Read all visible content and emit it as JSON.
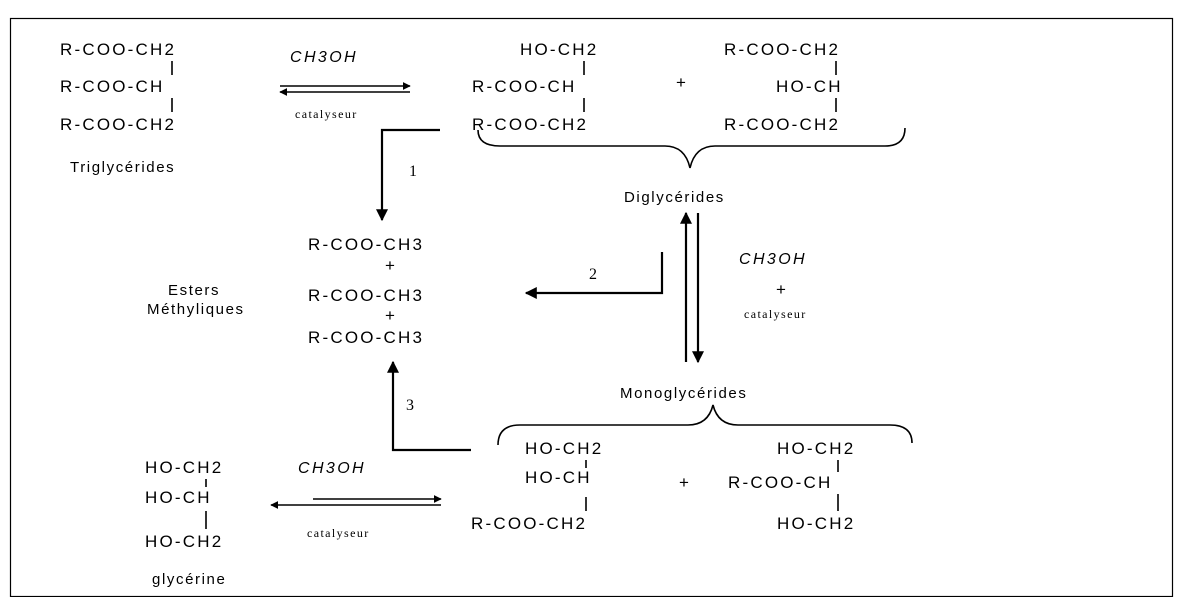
{
  "triglyceride": {
    "lines": [
      "R-COO-CH2",
      "R-COO-CH",
      "R-COO-CH2"
    ],
    "label": "Triglycérides"
  },
  "diglyceride_a": {
    "lines": [
      "HO-CH2",
      "R-COO-CH",
      "R-COO-CH2"
    ]
  },
  "diglyceride_b": {
    "lines": [
      "R-COO-CH2",
      "HO-CH",
      "R-COO-CH2"
    ]
  },
  "diglyceride_label": "Diglycérides",
  "monoglyceride_a": {
    "lines": [
      "HO-CH2",
      "HO-CH",
      "R-COO-CH2"
    ]
  },
  "monoglyceride_b": {
    "lines": [
      "HO-CH2",
      "R-COO-CH",
      "HO-CH2"
    ]
  },
  "monoglyceride_label": "Monoglycérides",
  "glycerine": {
    "lines": [
      "HO-CH2",
      "HO-CH",
      "HO-CH2"
    ],
    "label": "glycérine"
  },
  "esters": {
    "lines": [
      "R-COO-CH3",
      "+",
      "R-COO-CH3",
      "+",
      "R-COO-CH3"
    ],
    "label_line1": "Esters",
    "label_line2": "Méthyliques"
  },
  "reagent": "CH3OH",
  "catalyst": "catalyseur",
  "plus": "+",
  "steps": [
    "1",
    "2",
    "3"
  ]
}
